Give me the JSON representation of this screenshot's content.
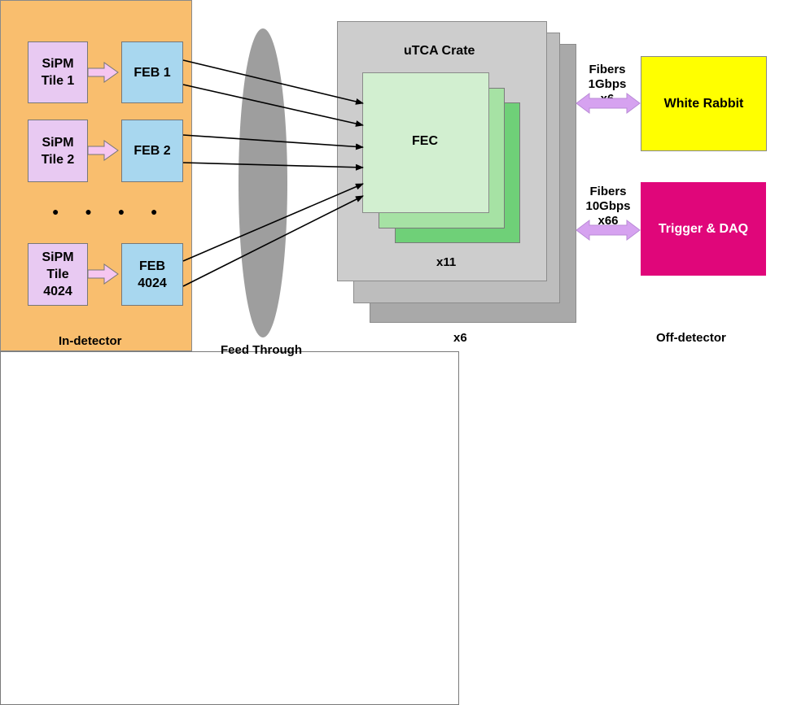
{
  "in_detector": {
    "label": "In-detector",
    "rows": [
      {
        "sipm": "SiPM\nTile 1",
        "feb": "FEB 1"
      },
      {
        "sipm": "SiPM\nTile 2",
        "feb": "FEB 2"
      },
      {
        "sipm": "SiPM\nTile\n4024",
        "feb": "FEB\n4024"
      }
    ],
    "ellipsis": "● ● ● ●"
  },
  "feed_through": {
    "label": "Feed Through"
  },
  "crate": {
    "title": "uTCA Crate",
    "fec_label": "FEC",
    "fec_multiplier": "x11",
    "crate_multiplier": "x6"
  },
  "off_detector": {
    "label": "Off-detector",
    "white_rabbit": {
      "label": "White Rabbit",
      "link_label": "Fibers\n1Gbps\nx6"
    },
    "trigger_daq": {
      "label": "Trigger & DAQ",
      "link_label": "Fibers\n10Gbps\nx66"
    }
  },
  "colors": {
    "in_detector_bg": "#f9be6e",
    "sipm": "#e8c9f2",
    "feb": "#a8d7ef",
    "feed_through": "#9e9e9e",
    "fec": "#d2efd0",
    "white_rabbit": "#ffff00",
    "trigger_daq": "#e0067a",
    "fiber_arrow": "#d6a2f0"
  }
}
